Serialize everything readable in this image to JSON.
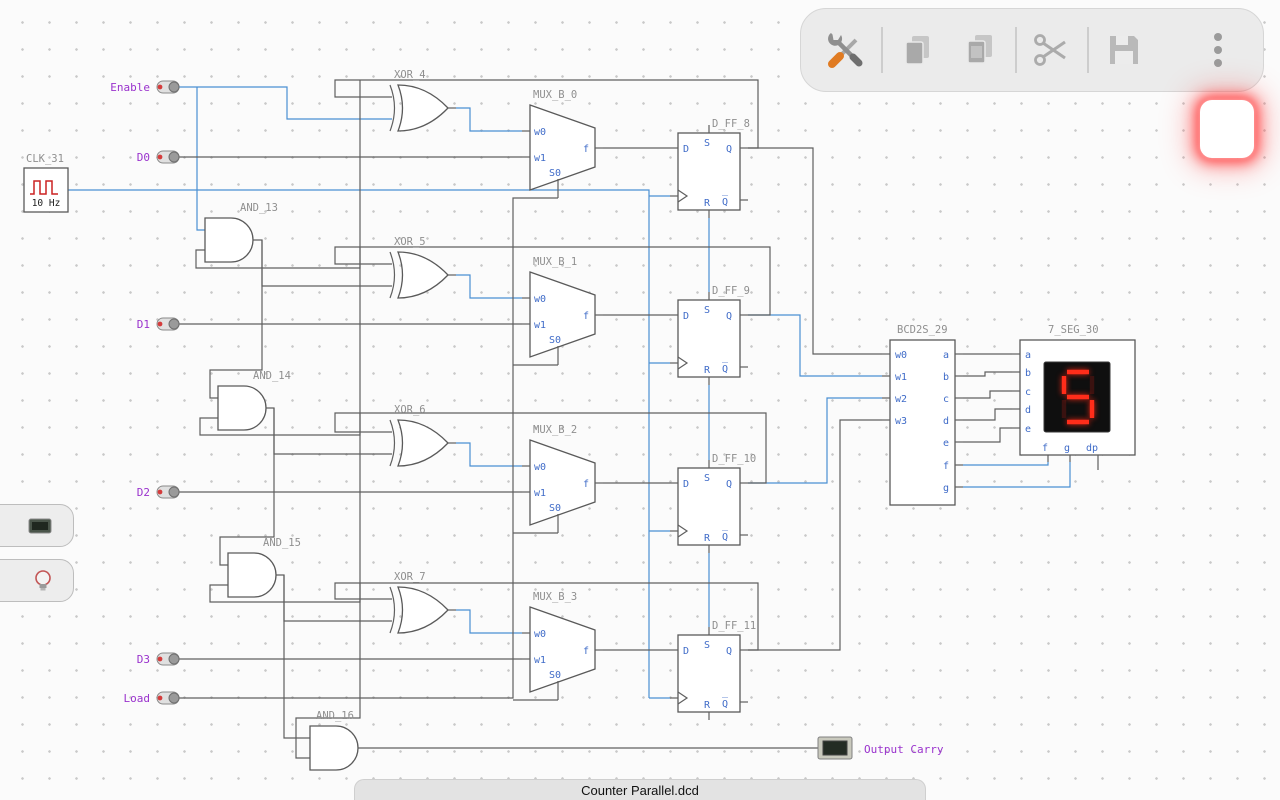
{
  "app": {
    "filename": "Counter Parallel.dcd"
  },
  "toolbar": {
    "icons": [
      "tools",
      "copy",
      "paste",
      "cut",
      "save",
      "more-options"
    ],
    "run_state": "running"
  },
  "palette": {
    "items": [
      "display",
      "led"
    ]
  },
  "components": {
    "clock": {
      "label": "CLK_31",
      "frequency": "10 Hz"
    },
    "switches": [
      {
        "label": "Enable"
      },
      {
        "label": "D0"
      },
      {
        "label": "D1"
      },
      {
        "label": "D2"
      },
      {
        "label": "D3"
      },
      {
        "label": "Load"
      }
    ],
    "xor_gates": [
      {
        "label": "XOR_4"
      },
      {
        "label": "XOR_5"
      },
      {
        "label": "XOR_6"
      },
      {
        "label": "XOR_7"
      }
    ],
    "and_gates": [
      {
        "label": "AND_13"
      },
      {
        "label": "AND_14"
      },
      {
        "label": "AND_15"
      },
      {
        "label": "AND_16"
      }
    ],
    "mux": {
      "labels": [
        "MUX_B_0",
        "MUX_B_1",
        "MUX_B_2",
        "MUX_B_3"
      ],
      "ports": {
        "in0": "w0",
        "in1": "w1",
        "sel": "S0",
        "out": "f"
      }
    },
    "dff": {
      "labels": [
        "D_FF_8",
        "D_FF_9",
        "D_FF_10",
        "D_FF_11"
      ],
      "ports": {
        "d": "D",
        "s": "S",
        "q": "Q",
        "r": "R",
        "qn": "Q̅"
      }
    },
    "bcd": {
      "label": "BCD2S_29",
      "inputs": [
        "w0",
        "w1",
        "w2",
        "w3"
      ],
      "outputs": [
        "a",
        "b",
        "c",
        "d",
        "e",
        "f",
        "g"
      ]
    },
    "seven_seg": {
      "label": "7_SEG_30",
      "left_pins": [
        "a",
        "b",
        "c",
        "d",
        "e"
      ],
      "bottom_pins": [
        "f",
        "g",
        "dp"
      ],
      "value": "5",
      "lit_segments": [
        "a",
        "f",
        "g",
        "c",
        "d"
      ]
    },
    "output_probe": {
      "label": "Output Carry"
    }
  }
}
